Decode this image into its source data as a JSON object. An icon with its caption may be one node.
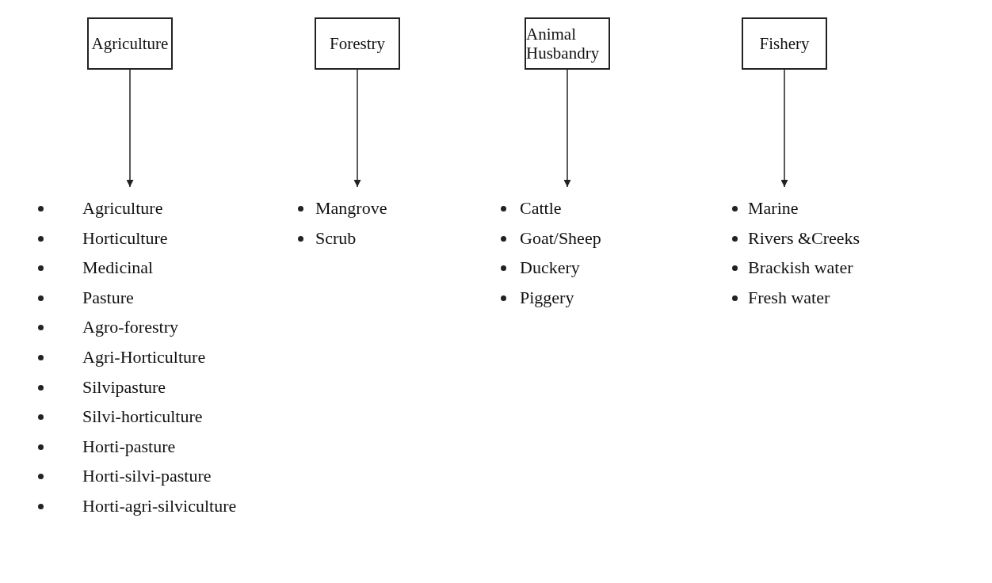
{
  "diagram": {
    "nodes": [
      {
        "text": [
          "Agriculture"
        ]
      },
      {
        "text": [
          "Forestry"
        ]
      },
      {
        "text": [
          "Animal Husbandry"
        ]
      },
      {
        "text": [
          "Fishery"
        ]
      },
      {
        "text": [
          "Agriculture",
          "Horticulture",
          "Medicinal",
          "Pasture",
          "Agro-forestry",
          "Agri-Horticulture",
          "Silvipasture",
          "Silvi-horticulture",
          "Horti-pasture",
          "Horti-silvi-pasture",
          "Horti-agri-silviculture"
        ]
      },
      {
        "text": [
          "Mangrove",
          "Scrub"
        ]
      },
      {
        "text": [
          "Cattle",
          "Goat/Sheep",
          "Duckery",
          "Piggery"
        ]
      },
      {
        "text": [
          "Marine",
          "Rivers &Creeks",
          "Brackish water",
          "Fresh water"
        ]
      }
    ],
    "edges": [
      {
        "from": 0,
        "to": 4,
        "arrow": "to"
      },
      {
        "from": 1,
        "to": 5,
        "arrow": "to"
      },
      {
        "from": 2,
        "to": 6,
        "arrow": "to"
      },
      {
        "from": 3,
        "to": 7,
        "arrow": "to"
      }
    ]
  }
}
